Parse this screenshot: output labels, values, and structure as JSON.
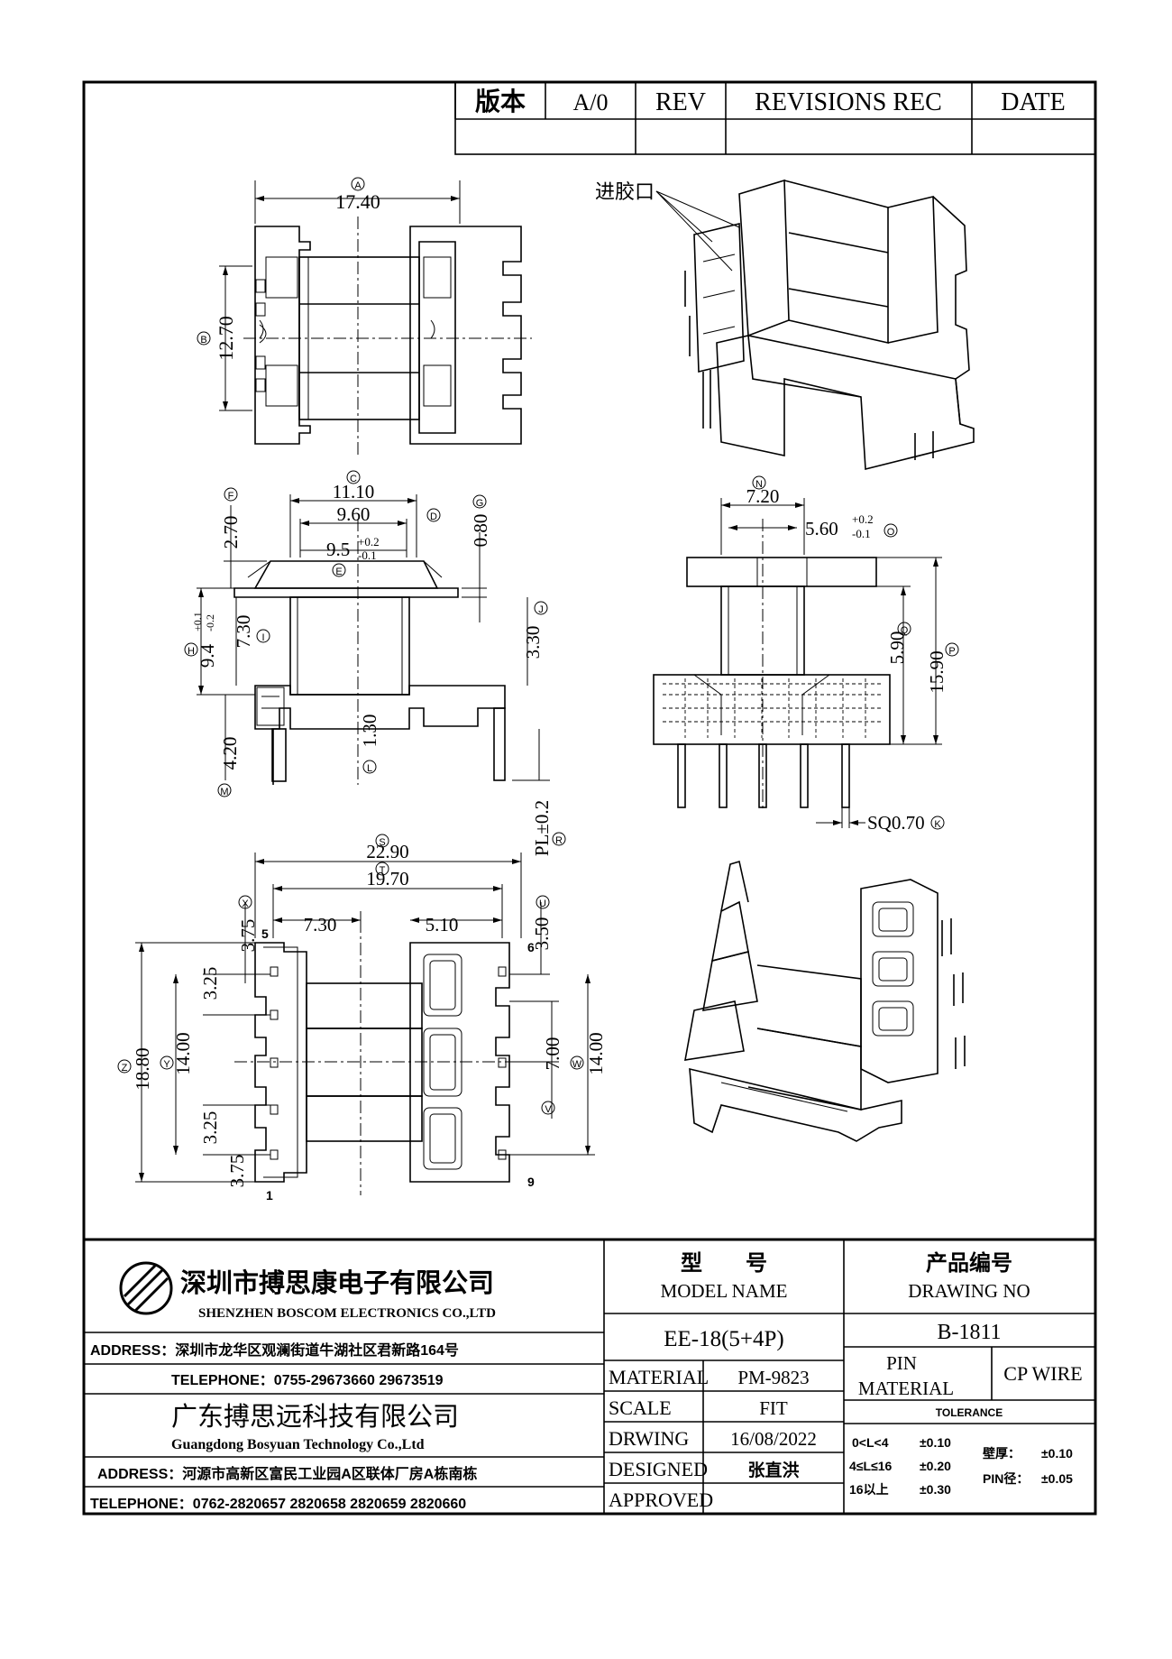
{
  "revision_block": {
    "version_label": "版本",
    "version_value": "A/0",
    "rev_label": "REV",
    "revisions_label": "REVISIONS REC",
    "date_label": "DATE"
  },
  "views": {
    "gate_label": "进胶口",
    "dims": {
      "A": "17.40",
      "B": "12.70",
      "C": "11.10",
      "D": "9.60",
      "E": "9.5",
      "E_tol_upper": "+0.2",
      "E_tol_lower": "-0.1",
      "F": "2.70",
      "G": "0.80",
      "H": "9.4",
      "H_tol_upper": "+0.1",
      "H_tol_lower": "-0.2",
      "I": "7.30",
      "J": "3.30",
      "L": "1.30",
      "M": "4.20",
      "N": "7.20",
      "O": "5.60",
      "O_tol_upper": "+0.2",
      "O_tol_lower": "-0.1",
      "Q": "5.90",
      "P": "15.90",
      "K": "SQ0.70",
      "R": "PL±0.2",
      "S": "22.90",
      "T": "19.70",
      "bottom_7_30": "7.30",
      "bottom_5_10": "5.10",
      "X": "3.75",
      "U": "3.50",
      "Y_3_25_top": "3.25",
      "Y_3_25_bot": "3.25",
      "X_bot": "3.75",
      "Z": "18.80",
      "Y": "14.00",
      "V": "7.00",
      "W": "14.00"
    },
    "letters": {
      "A": "A",
      "B": "B",
      "C": "C",
      "D": "D",
      "E": "E",
      "F": "F",
      "G": "G",
      "H": "H",
      "I": "I",
      "J": "J",
      "K": "K",
      "L": "L",
      "M": "M",
      "N": "N",
      "O": "O",
      "P": "P",
      "Q": "Q",
      "R": "R",
      "S": "S",
      "T": "T",
      "U": "U",
      "V": "V",
      "W": "W",
      "X": "X",
      "Y": "Y",
      "Z": "Z"
    },
    "pins": {
      "p5": "5",
      "p6": "6",
      "p1": "1",
      "p9": "9"
    }
  },
  "title_block": {
    "company_cn": "深圳市搏思康电子有限公司",
    "company_en": "SHENZHEN BOSCOM ELECTRONICS CO.,LTD",
    "address1": "ADDRESS：深圳市龙华区观澜街道牛湖社区君新路164号",
    "telephone1": "TELEPHONE：0755-29673660 29673519",
    "company2_cn": "广东搏思远科技有限公司",
    "company2_en": "Guangdong Bosyuan Technology Co.,Ltd",
    "address2": "ADDRESS：河源市高新区富民工业园A区联体厂房A栋南栋",
    "telephone2": "TELEPHONE：0762-2820657 2820658 2820659 2820660",
    "model_cn": "型　　号",
    "model_en": "MODEL NAME",
    "model_value": "EE-18(5+4P)",
    "drawing_cn": "产品编号",
    "drawing_en": "DRAWING NO",
    "drawing_value": "B-1811",
    "material_label": "MATERIAL",
    "material_value": "PM-9823",
    "scale_label": "SCALE",
    "scale_value": "FIT",
    "drwing_label": "DRWING",
    "drwing_value": "16/08/2022",
    "designed_label": "DESIGNED",
    "designed_value": "张直洪",
    "approved_label": "APPROVED",
    "approved_value": "",
    "pin_label1": "PIN",
    "pin_label2": "MATERIAL",
    "pin_value": "CP WIRE",
    "tolerance_label": "TOLERANCE",
    "tol_r1_range": "0<L<4",
    "tol_r1_value": "±0.10",
    "tol_r2_range": "4≤L≤16",
    "tol_r2_value": "±0.20",
    "tol_r3_range": "16以上",
    "tol_r3_value": "±0.30",
    "wall_label": "壁厚：",
    "wall_value": "±0.10",
    "pin_dia_label": "PIN径：",
    "pin_dia_value": "±0.05"
  }
}
